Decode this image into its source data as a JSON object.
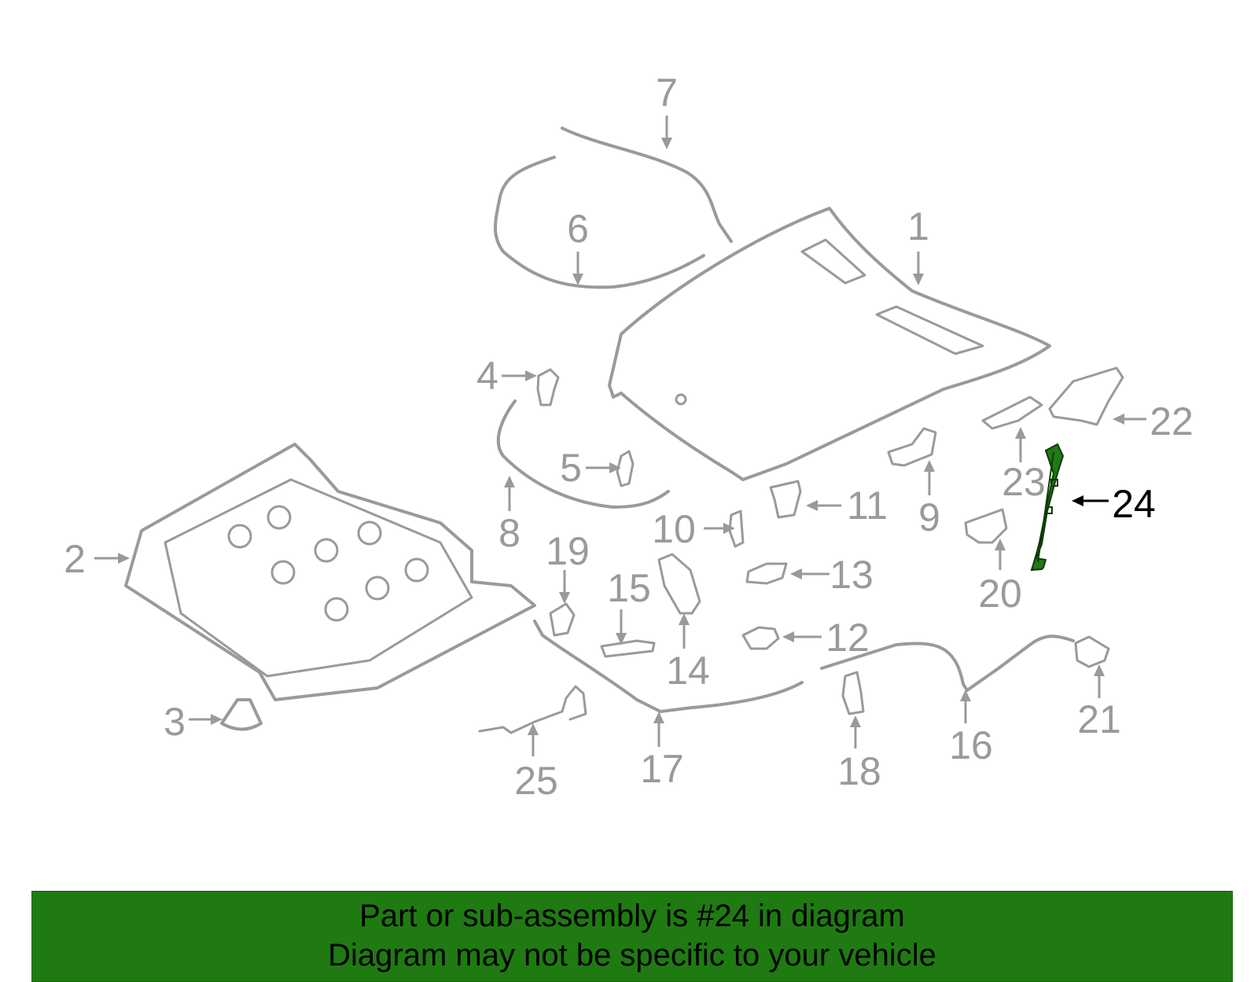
{
  "callouts": [
    "1",
    "2",
    "3",
    "4",
    "5",
    "6",
    "7",
    "8",
    "9",
    "10",
    "11",
    "12",
    "13",
    "14",
    "15",
    "16",
    "17",
    "18",
    "19",
    "20",
    "21",
    "22",
    "23",
    "24",
    "25"
  ],
  "highlight": {
    "number": "24",
    "color": "#1f7a12"
  },
  "banner": {
    "line1": "Part or sub-assembly is #24 in diagram",
    "line2": "Diagram may not be specific to your vehicle",
    "background": "#1f7a12"
  }
}
